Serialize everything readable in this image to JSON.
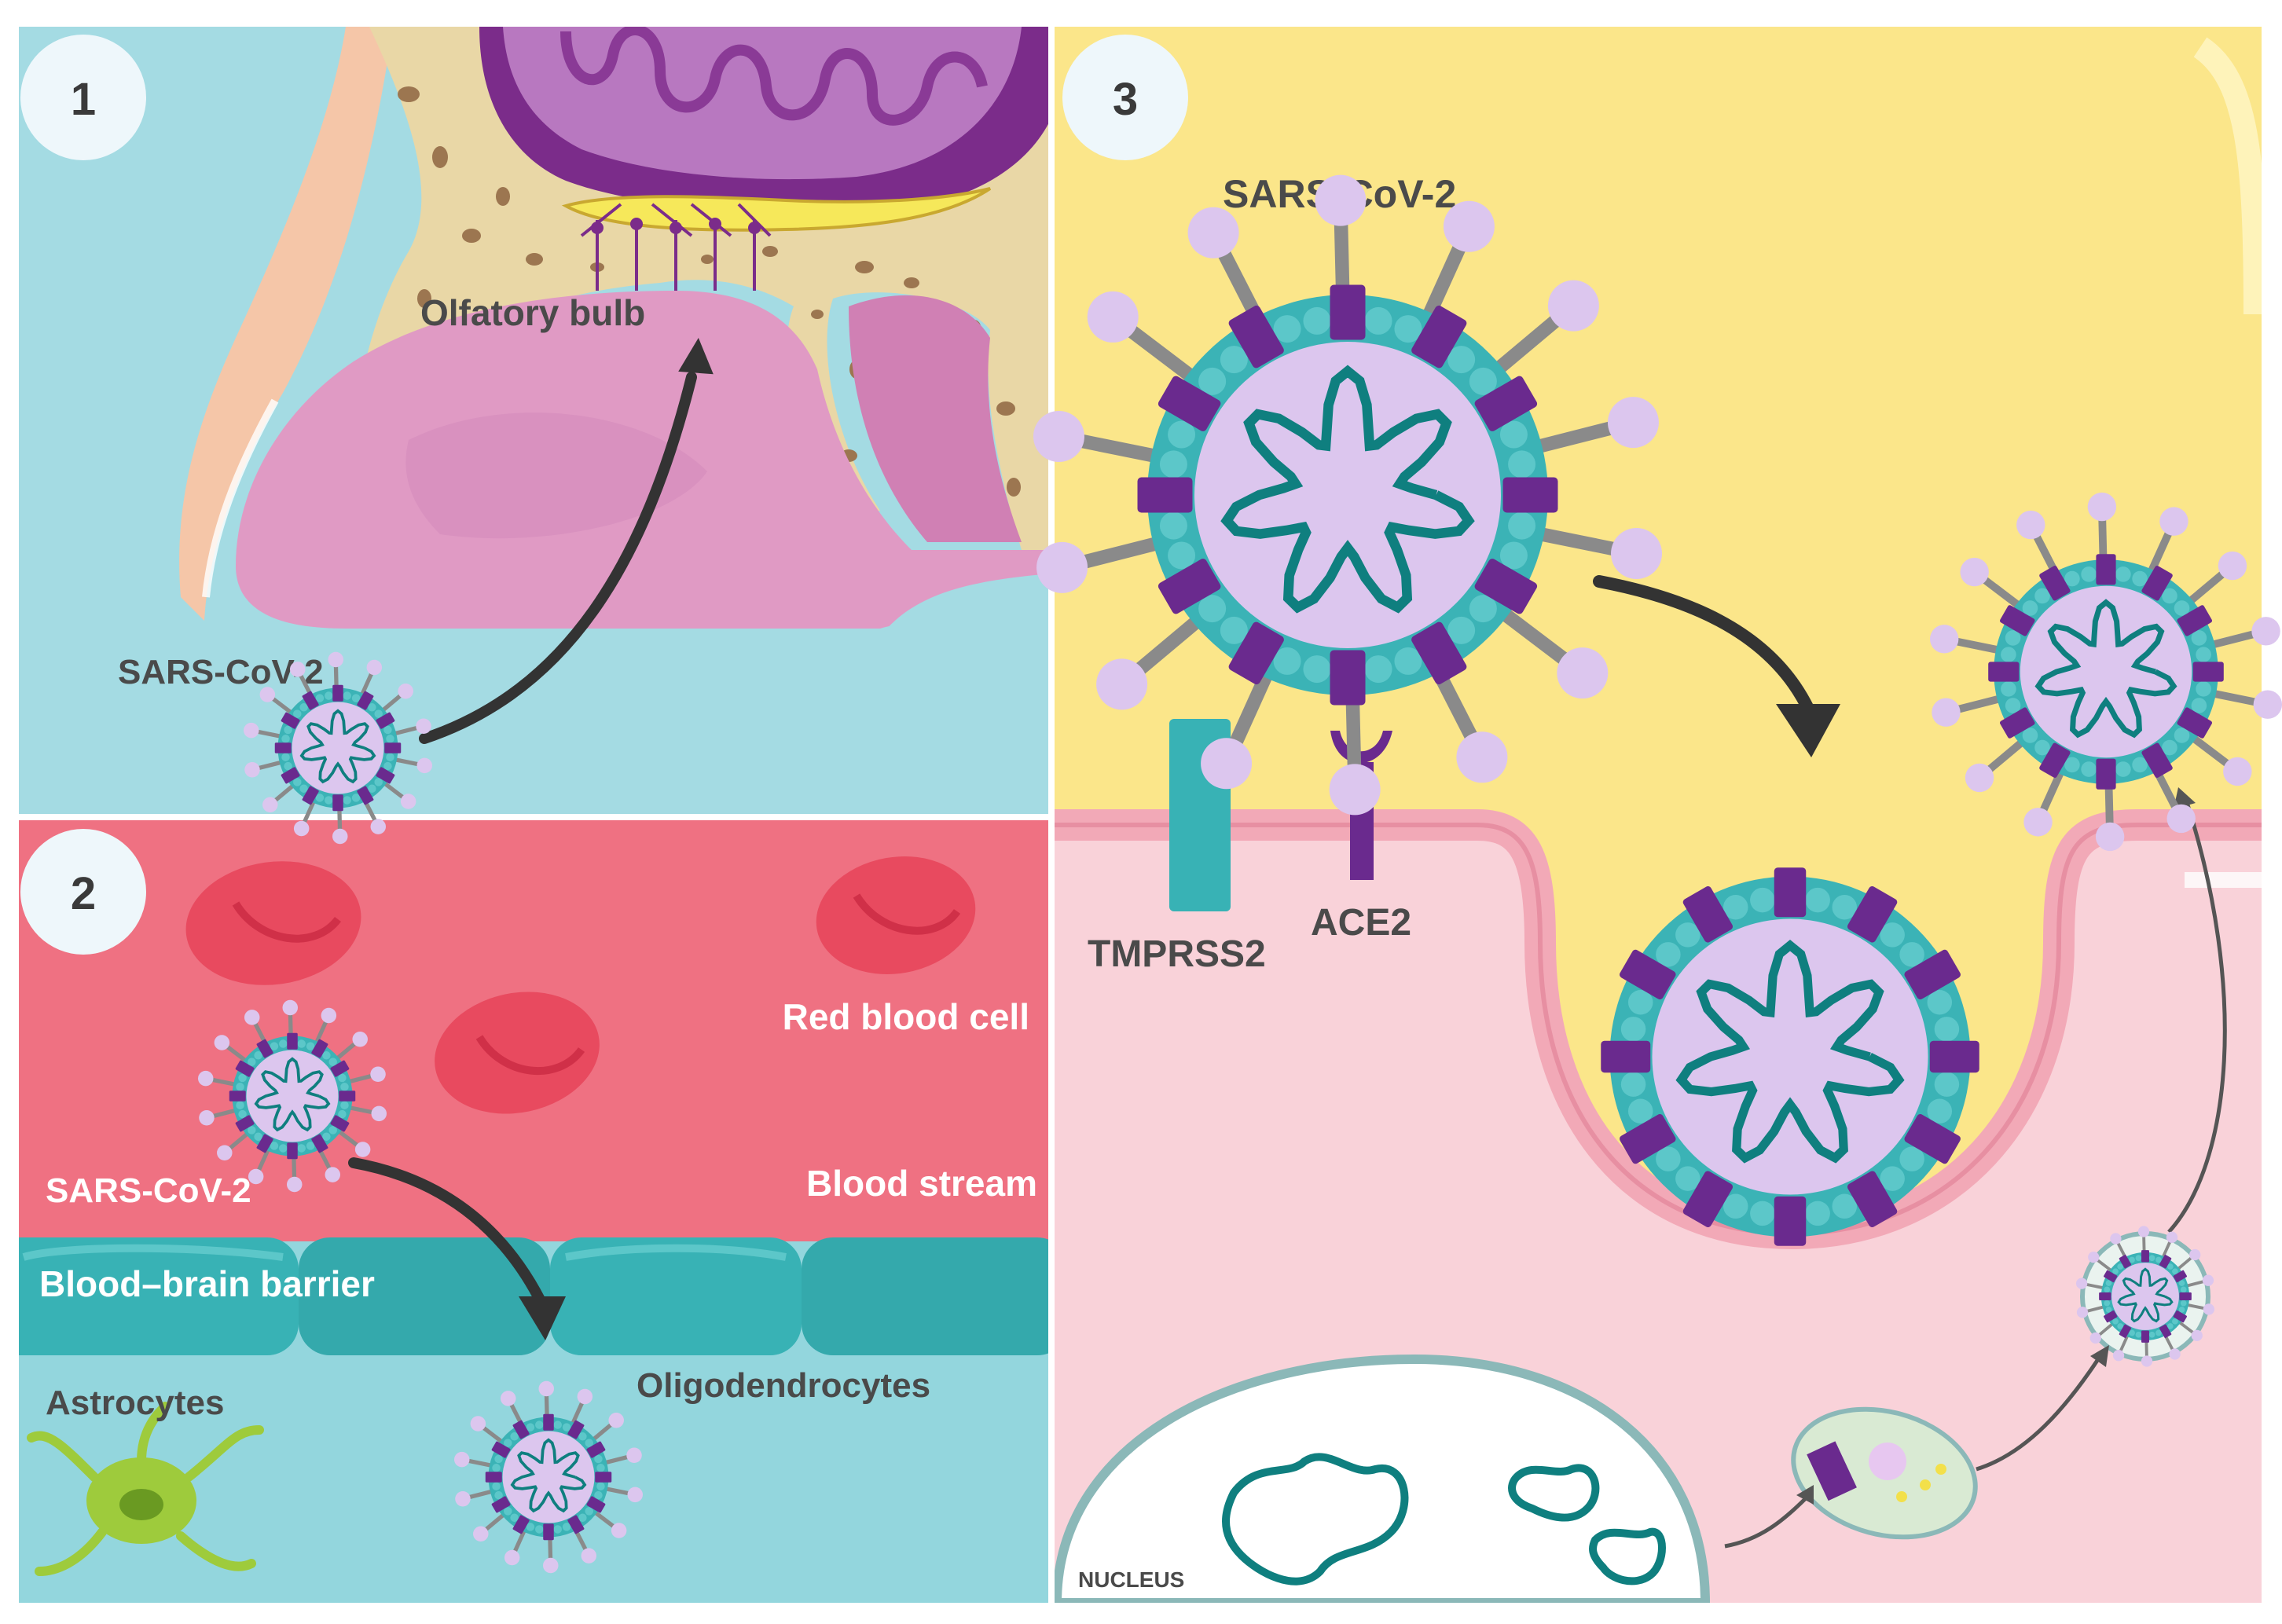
{
  "panel1": {
    "number": "1",
    "olfactory_label": "Olfatory bulb",
    "virus_label": "SARS-CoV-2"
  },
  "panel2": {
    "number": "2",
    "rbc_label": "Red blood cell",
    "virus_label": "SARS-CoV-2",
    "stream_label": "Blood stream",
    "bbb_label": "Blood–brain barrier",
    "astro_label": "Astrocytes",
    "oligo_label": "Oligodendrocytes"
  },
  "panel3": {
    "number": "3",
    "virus_label": "SARS-CoV-2",
    "tmprss2_label": "TMPRSS2",
    "ace2_label": "ACE2",
    "nucleus_label": "NUCLEUS"
  },
  "colors": {
    "panel1_bg": "#a4dbe3",
    "panel2_blood": "#ef7182",
    "panel2_tissue": "#93d6dd",
    "panel3_outside": "#fbe68a",
    "panel3_cell": "#f9d2d9",
    "membrane": "#f2a9b7",
    "barrier": "#38b2b5",
    "virus_purple": "#6a2a8e",
    "virus_core": "#dcc6ee",
    "virus_teal": "#0f7f7f",
    "arrow": "#333333",
    "rbc": "#e84a5f",
    "label_dark": "#4a4a4a",
    "label_white": "#ffffff"
  }
}
